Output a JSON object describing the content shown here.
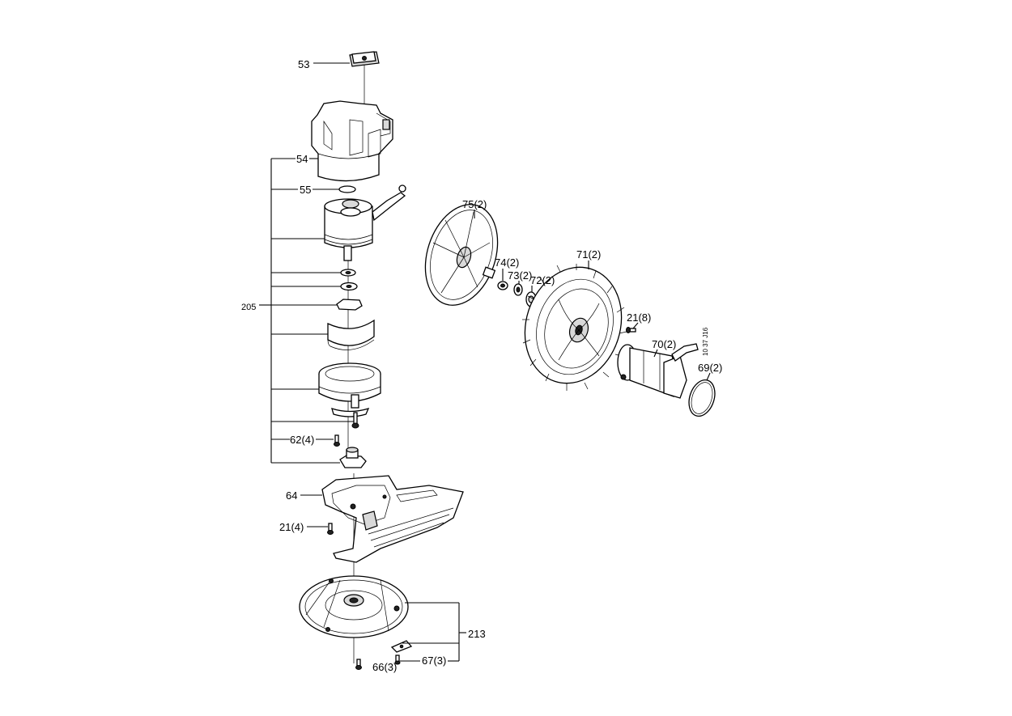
{
  "labels": {
    "l53": "53",
    "l54": "54",
    "l55": "55",
    "l205": "205",
    "l62": "62(4)",
    "l64": "64",
    "l21a": "21(4)",
    "l66": "66(3)",
    "l67": "67(3)",
    "l213": "213",
    "l75": "75(2)",
    "l74": "74(2)",
    "l73": "73(2)",
    "l72": "72(2)",
    "l71": "71(2)",
    "l21b": "21(8)",
    "l70": "70(2)",
    "l69": "69(2)",
    "ref": "10 37 J16"
  }
}
